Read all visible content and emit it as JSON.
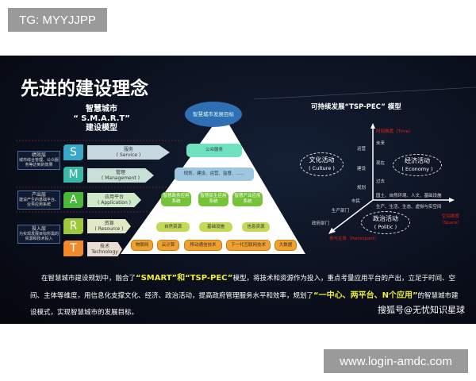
{
  "top_tag": "TG: MYYJJPP",
  "bottom_tag": "www.login-amdc.com",
  "slide": {
    "title": "先进的建设理念",
    "smart_title": [
      "智慧城市",
      "“ S.M.A.R.T”",
      "建设模型"
    ],
    "goal": "智慧城市发展目标",
    "smart_rows": [
      {
        "letter": "S",
        "cn": "服务",
        "en": "( Service )",
        "color": "#3aa6c8"
      },
      {
        "letter": "M",
        "cn": "管理",
        "en": "( Management )",
        "color": "#3ab8a8"
      },
      {
        "letter": "A",
        "cn": "应用平台",
        "en": "( Application )",
        "color": "#4cb83a"
      },
      {
        "letter": "R",
        "cn": "资源",
        "en": "( Resource )",
        "color": "#9cc83a"
      },
      {
        "letter": "T",
        "cn": "技术",
        "en": "Technology",
        "color": "#f08a2a"
      }
    ],
    "layers": [
      {
        "name": "绩效层",
        "desc": "城市综合管理、公众服务等达到的效果"
      },
      {
        "name": "产出层",
        "desc": "建设产生的基础平台、业务应用系统"
      },
      {
        "name": "投入层",
        "desc": "为实现发展目标所需的资源和技术投入"
      }
    ],
    "pyramid": {
      "service": "公众服务",
      "management": "规划、建设、运营、监督、……",
      "apps": [
        "智慧政务应用系统",
        "智慧民生应用系统",
        "智慧产业应用系统"
      ],
      "resources": [
        "自然资源",
        "基础设施",
        "信息资源"
      ],
      "tech": [
        "物联网",
        "云计算",
        "移动通信技术",
        "下一代互联网技术",
        "大数据"
      ]
    },
    "tsp": {
      "title": "可持续发展“TSP-PEC” 模型",
      "time_axis": "时间维度（Time）",
      "space_axis": "空间维度（Space）",
      "participant_axis": "参与主体（Participant）",
      "time_ticks": [
        "未来",
        "现在",
        "过去"
      ],
      "stage_ticks": [
        "运营",
        "建设",
        "规划"
      ],
      "participants": [
        "市民",
        "生产部门",
        "政府部门"
      ],
      "space_ticks": [
        "国土、自然环境、人文、基础设施",
        "生产、生活、生态、虚拟与实空间"
      ],
      "culture": {
        "cn": "文化活动",
        "en": "( Culture )"
      },
      "economy": {
        "cn": "经济活动",
        "en": "( Economy )"
      },
      "politic": {
        "cn": "政治活动",
        "en": "( Politic )"
      }
    },
    "paragraph": {
      "p1": "在智慧城市建设规划中，融合了",
      "h1": "“SMART”和“TSP-PEC”",
      "p2": "模型，将技术和资源作为投入，重点考量应用平台的产出，立足于时间、空间、主体等维度，用信息化支撑文化、经济、政治活动，提高政府管理服务水平和效率，规划了",
      "h2": "“一中心、两平台、N个应用”",
      "p3": "的智慧城市建设模式，实现智慧城市的发展目标。"
    },
    "watermark": "搜狐号@无忧知识星球"
  }
}
